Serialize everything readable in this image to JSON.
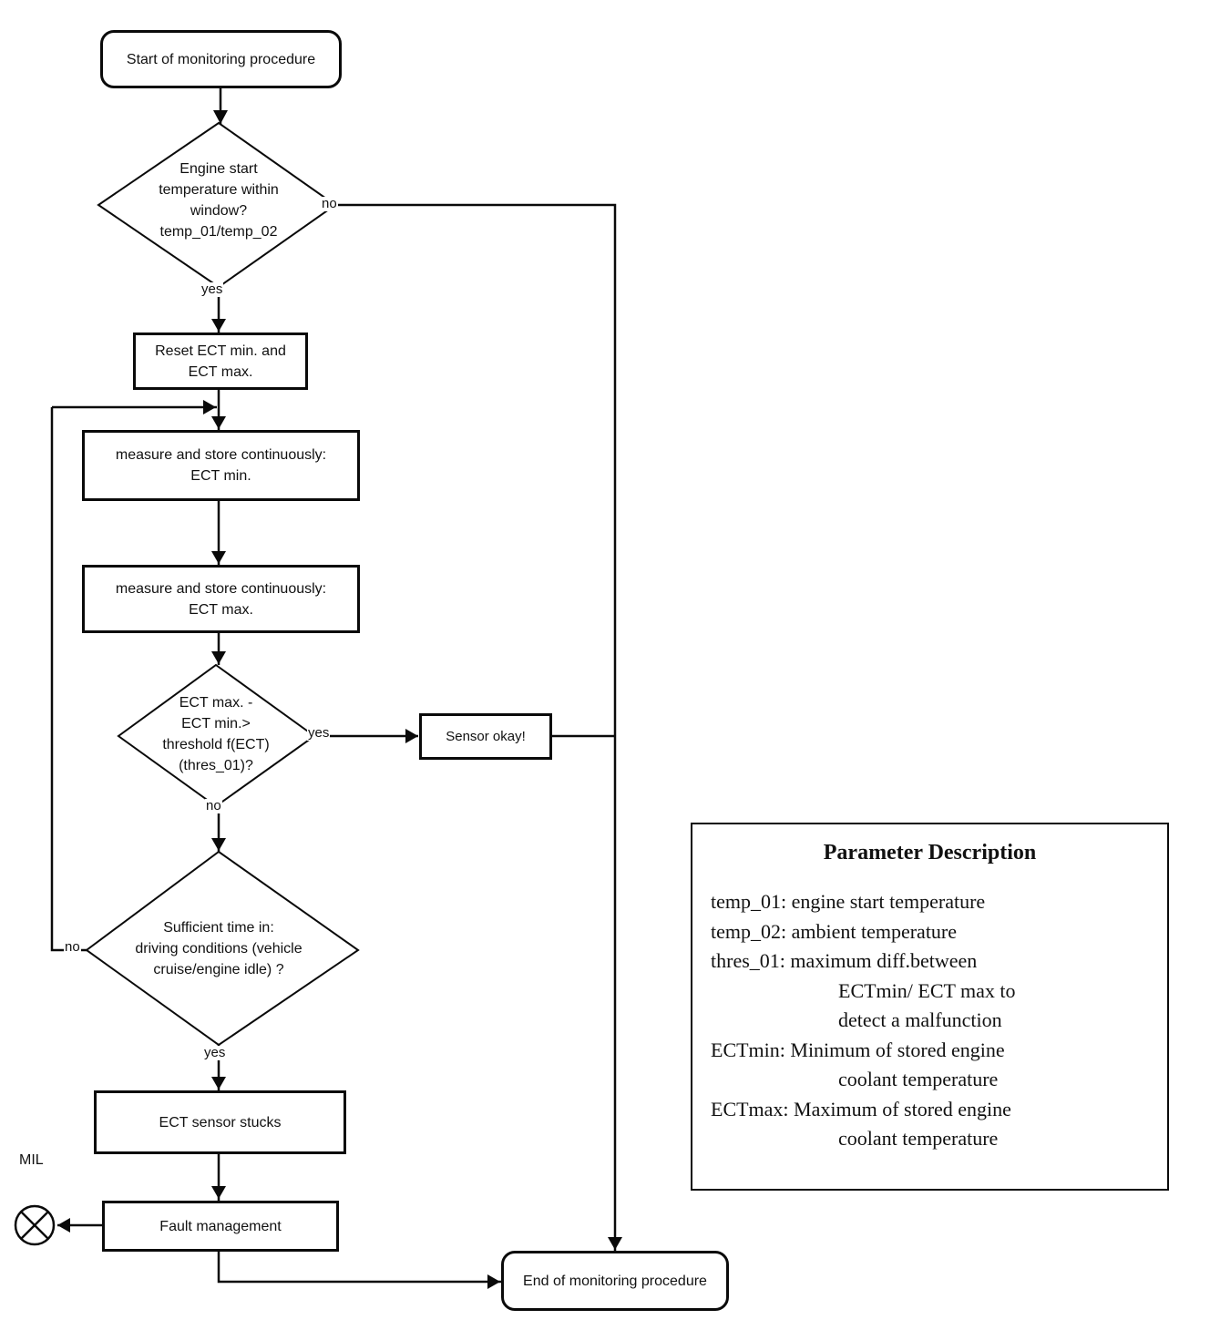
{
  "page": {
    "background": "#ffffff",
    "ink": "#0a0a0a"
  },
  "nodes": {
    "start": {
      "label": "Start of monitoring procedure"
    },
    "decision_engine_start_temp": {
      "lines": [
        "Engine start",
        "temperature within",
        "window?",
        "temp_01/temp_02"
      ]
    },
    "reset": {
      "lines": [
        "Reset ECT min. and",
        "ECT max."
      ]
    },
    "measure_min": {
      "lines": [
        "measure and store continuously:",
        "ECT min."
      ]
    },
    "measure_max": {
      "lines": [
        "measure and store continuously:",
        "ECT max."
      ]
    },
    "decision_threshold": {
      "lines": [
        "ECT max. -",
        "ECT min.>",
        "threshold f(ECT)",
        "(thres_01)?"
      ]
    },
    "sensor_okay": {
      "label": "Sensor okay!"
    },
    "decision_sufficient_time": {
      "lines": [
        "Sufficient time in:",
        "driving conditions (vehicle",
        "cruise/engine idle) ?"
      ]
    },
    "sensor_stuck": {
      "label": "ECT sensor stucks"
    },
    "fault_management": {
      "label": "Fault management"
    },
    "end": {
      "label": "End of monitoring procedure"
    },
    "mil": {
      "label": "MIL"
    }
  },
  "edge_labels": {
    "d1_no": "no",
    "d1_yes": "yes",
    "d2_yes": "yes",
    "d2_no": "no",
    "d3_no": "no",
    "d3_yes": "yes"
  },
  "parameter_box": {
    "title": "Parameter Description",
    "lines": [
      "temp_01: engine start temperature",
      "temp_02: ambient temperature",
      "thres_01: maximum diff.between",
      "ECTmin/ ECT max to",
      "detect a malfunction",
      "ECTmin: Minimum of stored engine",
      "coolant temperature",
      "ECTmax: Maximum of stored engine",
      "coolant temperature"
    ]
  }
}
